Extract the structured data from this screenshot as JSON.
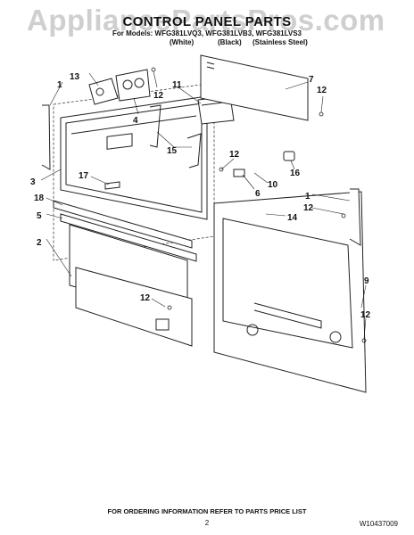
{
  "watermark": "AppliancePartsPros.com",
  "title": "CONTROL PANEL PARTS",
  "models_line": "For Models: WFG381LVQ3, WFG381LVB3, WFG381LVS3",
  "colors": [
    "(White)",
    "(Black)",
    "(Stainless Steel)"
  ],
  "callouts": [
    "13",
    "1",
    "4",
    "12",
    "11",
    "7",
    "12",
    "17",
    "15",
    "12",
    "3",
    "18",
    "5",
    "2",
    "16",
    "10",
    "6",
    "1",
    "12",
    "14",
    "9",
    "12",
    "12"
  ],
  "footer_note": "FOR ORDERING INFORMATION REFER TO PARTS PRICE LIST",
  "page_number": "2",
  "doc_number": "W10437009"
}
